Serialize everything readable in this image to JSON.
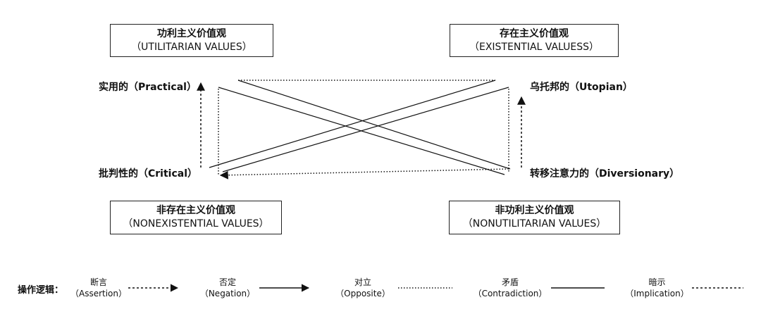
{
  "boxes": {
    "utilitarian": {
      "zh": "功利主义价值观",
      "en": "（UTILITARIAN VALUES）"
    },
    "existential": {
      "zh": "存在主义价值观",
      "en": "（EXISTENTIAL VALUESS）"
    },
    "nonexistential": {
      "zh": "非存在主义价值观",
      "en": "（NONEXISTENTIAL VALUES）"
    },
    "nonutilitarian": {
      "zh": "非功利主义价值观",
      "en": "（NONUTILITARIAN VALUES）"
    }
  },
  "corners": {
    "practical": "实用的（Practical）",
    "utopian": "乌托邦的（Utopian）",
    "critical": "批判性的（Critical）",
    "diversionary": "转移注意力的（Diversionary）"
  },
  "legend": {
    "title": "操作逻辑：",
    "items": [
      {
        "zh": "断言",
        "en": "（Assertion）"
      },
      {
        "zh": "否定",
        "en": "（Negation）"
      },
      {
        "zh": "对立",
        "en": "（Opposite）"
      },
      {
        "zh": "矛盾",
        "en": "（Contradiction）"
      },
      {
        "zh": "暗示",
        "en": "（Implication）"
      }
    ]
  }
}
